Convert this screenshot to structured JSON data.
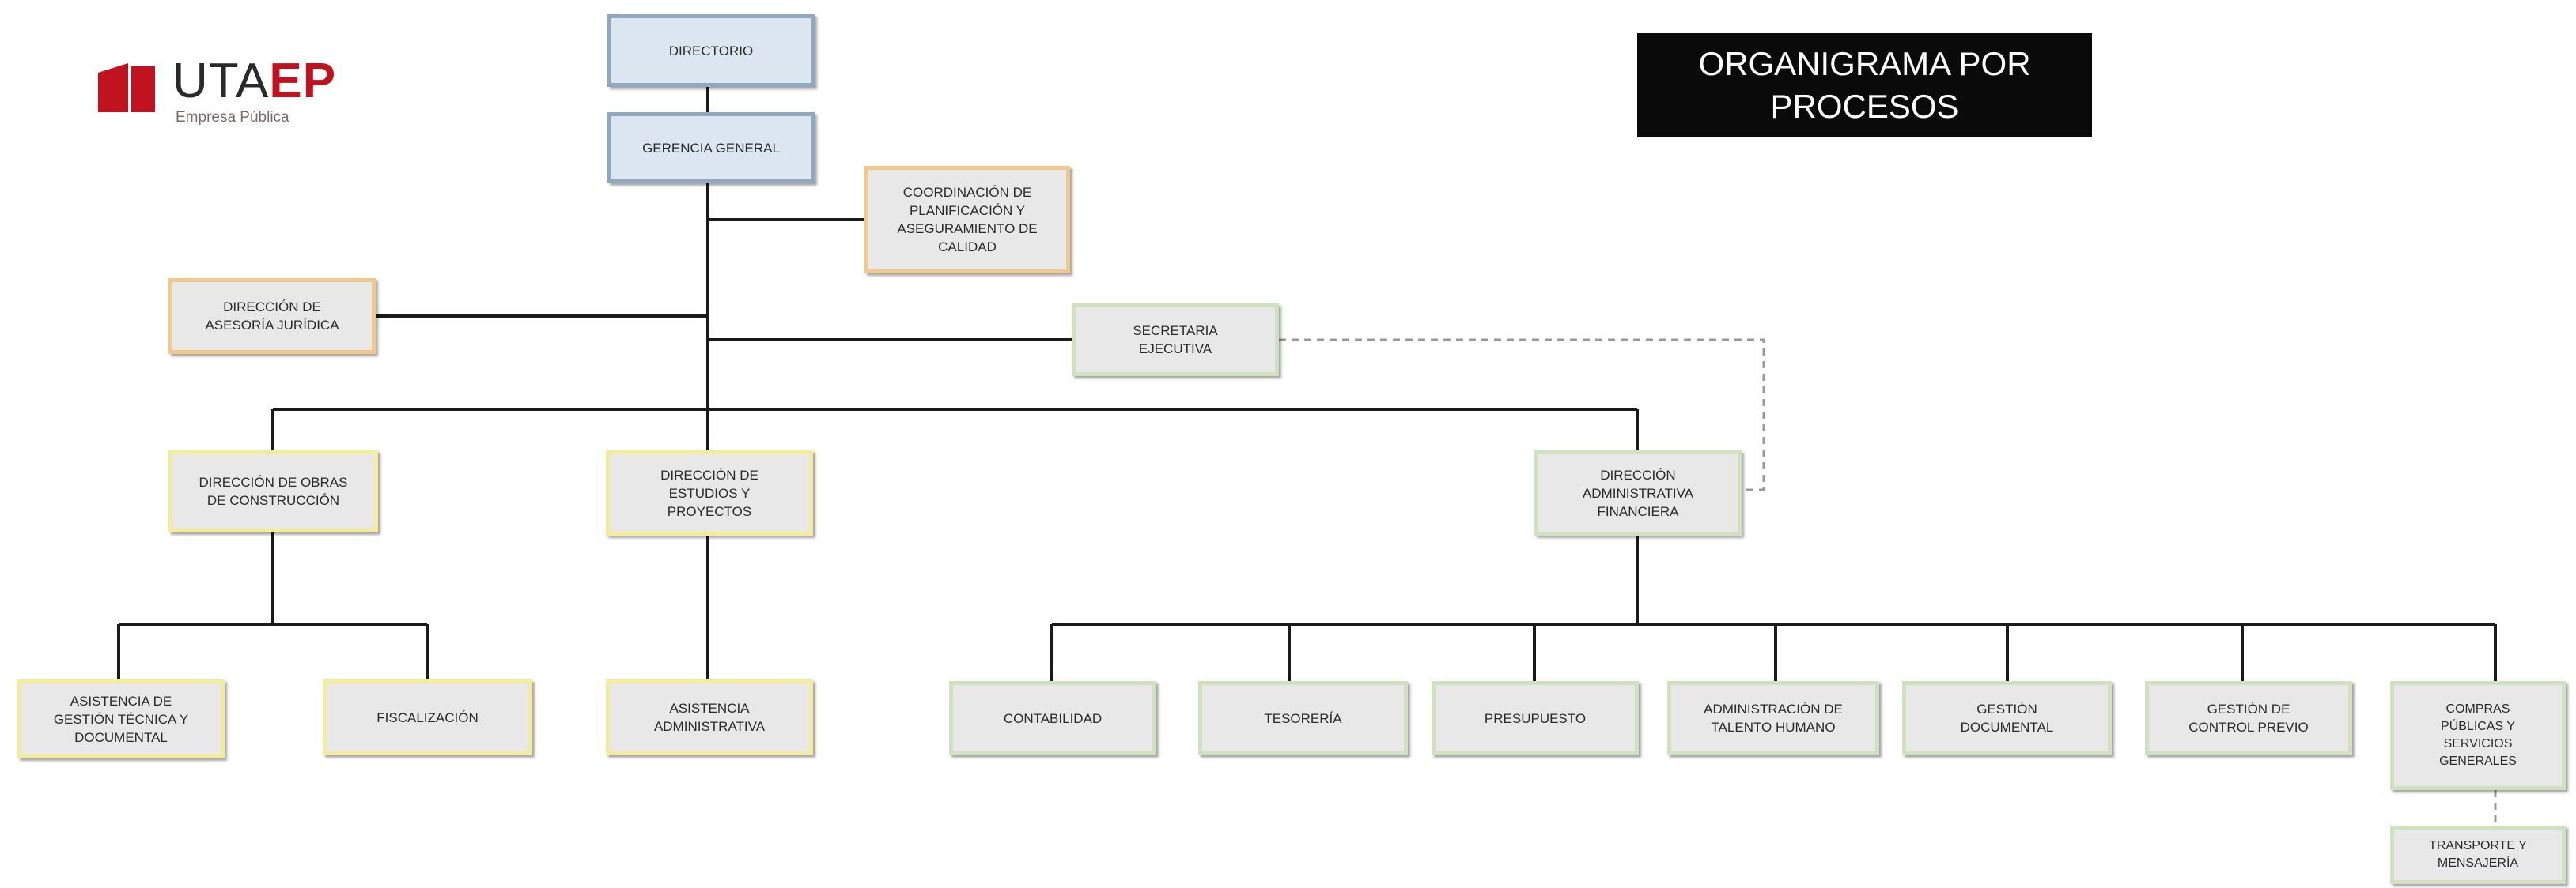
{
  "logo": {
    "name_plain": "UTA",
    "name_accent": "EP",
    "subtitle": "Empresa Pública"
  },
  "title": {
    "line1": "ORGANIGRAMA POR",
    "line2": "PROCESOS"
  },
  "nodes": {
    "directorio": [
      "DIRECTORIO"
    ],
    "gerencia_general": [
      "GERENCIA GENERAL"
    ],
    "coordinacion_planificacion": [
      "COORDINACIÓN DE",
      "PLANIFICACIÓN Y",
      "ASEGURAMIENTO DE",
      "CALIDAD"
    ],
    "direccion_asesoria_juridica": [
      "DIRECCIÓN DE",
      "ASESORÍA JURÍDICA"
    ],
    "secretaria_ejecutiva": [
      "SECRETARIA",
      "EJECUTIVA"
    ],
    "direccion_obras": [
      "DIRECCIÓN DE OBRAS",
      "DE CONSTRUCCIÓN"
    ],
    "direccion_estudios": [
      "DIRECCIÓN DE",
      "ESTUDIOS Y",
      "PROYECTOS"
    ],
    "direccion_administrativa": [
      "DIRECCIÓN",
      "ADMINISTRATIVA",
      "FINANCIERA"
    ],
    "asistencia_gestion_tecnica": [
      "ASISTENCIA DE",
      "GESTIÓN TÉCNICA Y",
      "DOCUMENTAL"
    ],
    "fiscalizacion": [
      "FISCALIZACIÓN"
    ],
    "asistencia_administrativa": [
      "ASISTENCIA",
      "ADMINISTRATIVA"
    ],
    "contabilidad": [
      "CONTABILIDAD"
    ],
    "tesoreria": [
      "TESORERÍA"
    ],
    "presupuesto": [
      "PRESUPUESTO"
    ],
    "talento_humano": [
      "ADMINISTRACIÓN DE",
      "TALENTO HUMANO"
    ],
    "gestion_documental": [
      "GESTIÓN",
      "DOCUMENTAL"
    ],
    "control_previo": [
      "GESTIÓN DE",
      "CONTROL PREVIO"
    ],
    "compras_publicas": [
      "COMPRAS",
      "PÚBLICAS Y",
      "SERVICIOS",
      "GENERALES"
    ],
    "transporte": [
      "TRANSPORTE Y",
      "MENSAJERÍA"
    ]
  },
  "colors": {
    "header_box": "#dce6f1",
    "advisory_border": "#f2c98a",
    "operative_border": "#f3ec9a",
    "support_border": "#cfe1bf",
    "title_background": "#0a0a0a",
    "logo_accent": "#c1121f"
  }
}
